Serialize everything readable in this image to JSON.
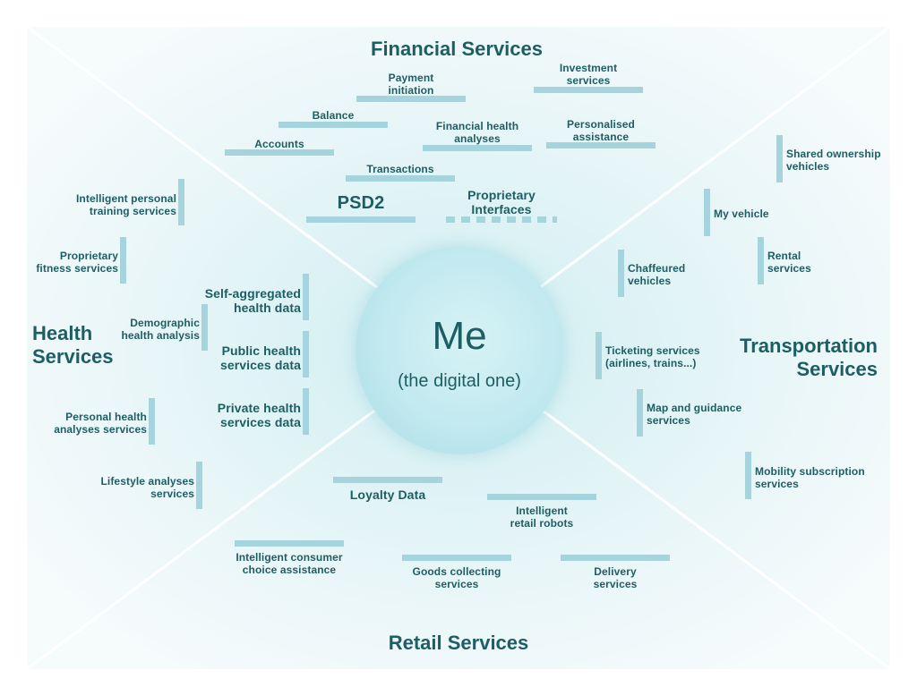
{
  "center": {
    "title": "Me",
    "subtitle": "(the digital one)"
  },
  "sectors": {
    "financial": "Financial Services",
    "health": "Health\nServices",
    "transportation": "Transportation\nServices",
    "retail": "Retail Services"
  },
  "financial": {
    "payment_initiation": "Payment\ninitiation",
    "investment_services": "Investment\nservices",
    "balance": "Balance",
    "financial_health_analyses": "Financial health\nanalyses",
    "personalised_assistance": "Personalised\nassistance",
    "accounts": "Accounts",
    "transactions": "Transactions",
    "psd2": "PSD2",
    "proprietary_interfaces": "Proprietary\nInterfaces"
  },
  "health": {
    "intelligent_personal_training": "Intelligent personal\ntraining services",
    "proprietary_fitness": "Proprietary\nfitness services",
    "self_aggregated": "Self-aggregated\nhealth data",
    "demographic": "Demographic\nhealth analysis",
    "public_health": "Public health\nservices data",
    "private_health": "Private health\nservices data",
    "personal_health_analyses": "Personal health\nanalyses services",
    "lifestyle_analyses": "Lifestyle analyses\nservices"
  },
  "transportation": {
    "shared_ownership": "Shared ownership\nvehicles",
    "my_vehicle": "My vehicle",
    "rental": "Rental\nservices",
    "chauffeured": "Chaffeured\nvehicles",
    "ticketing": "Ticketing services\n(airlines, trains...)",
    "map_guidance": "Map and guidance\nservices",
    "mobility_subscription": "Mobility subscription\nservices"
  },
  "retail": {
    "loyalty_data": "Loyalty Data",
    "intelligent_retail_robots": "Intelligent\nretail robots",
    "intelligent_consumer_choice": "Intelligent consumer\nchoice assistance",
    "goods_collecting": "Goods collecting\nservices",
    "delivery": "Delivery\nservices"
  },
  "colors": {
    "text": "#1d5e63",
    "bar": "#a5d4dc",
    "background_glow": "#dff2f4",
    "circle": "#c1e9ef"
  }
}
